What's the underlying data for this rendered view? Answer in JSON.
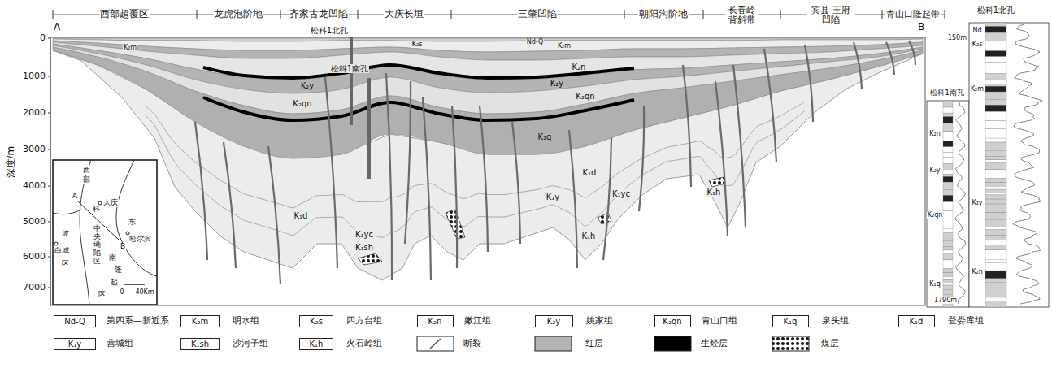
{
  "diagram": {
    "labels": [
      "西部超覆区",
      "龙虎泡阶地",
      "齐家古龙凹陷",
      "大庆长垣",
      "三肇凹陷",
      "朝阳沟阶地",
      "长春岭 背斜带",
      "宾县-王府 凹陷",
      "青山口隆起带",
      "A",
      "B",
      "深度/m",
      "0",
      "1000",
      "2000",
      "3000",
      "4000",
      "5000",
      "6000",
      "7000",
      "松科1北孔",
      "松科1南孔",
      "Nd-Q",
      "K₂m",
      "K₂m",
      "K₂s",
      "K₂n",
      "K₂y",
      "K₂y",
      "K₂qn",
      "K₂qn",
      "K₁q",
      "K₁d",
      "K₁d",
      "K₁y",
      "K₁yc",
      "K₁yc",
      "K₁sh",
      "K₁h",
      "K₁h",
      "西",
      "部",
      "A",
      "科",
      "大庆",
      "坡",
      "白城",
      "区",
      "中央坳陷区",
      "东",
      "哈尔滨",
      "B",
      "南",
      "隆",
      "起",
      "区",
      "0",
      "40Km",
      "松科1北孔",
      "150m",
      "Nd",
      "K₂s",
      "K₂m",
      "K₂y",
      "K₂n",
      "松科1南孔",
      "K₂n",
      "K₂y",
      "K₂qn",
      "K₁q",
      "1790m",
      "Nd-Q",
      "第四系—新近系",
      "K₂m",
      "明水组",
      "K₂s",
      "四方台组",
      "K₂n",
      "嫩江组",
      "K₂y",
      "姚家组",
      "K₂qn",
      "青山口组",
      "K₁q",
      "泉头组",
      "K₁d",
      "登娄库组",
      "K₁y",
      "营城组",
      "K₁sh",
      "沙河子组",
      "K₁h",
      "火石岭组"
    ],
    "legend": [
      {
        "text": "断裂"
      },
      {
        "text": "红层",
        "color": "#b4b4b4"
      },
      {
        "text": "生烃层",
        "color": "#000000"
      },
      {
        "text": "煤层"
      }
    ]
  }
}
